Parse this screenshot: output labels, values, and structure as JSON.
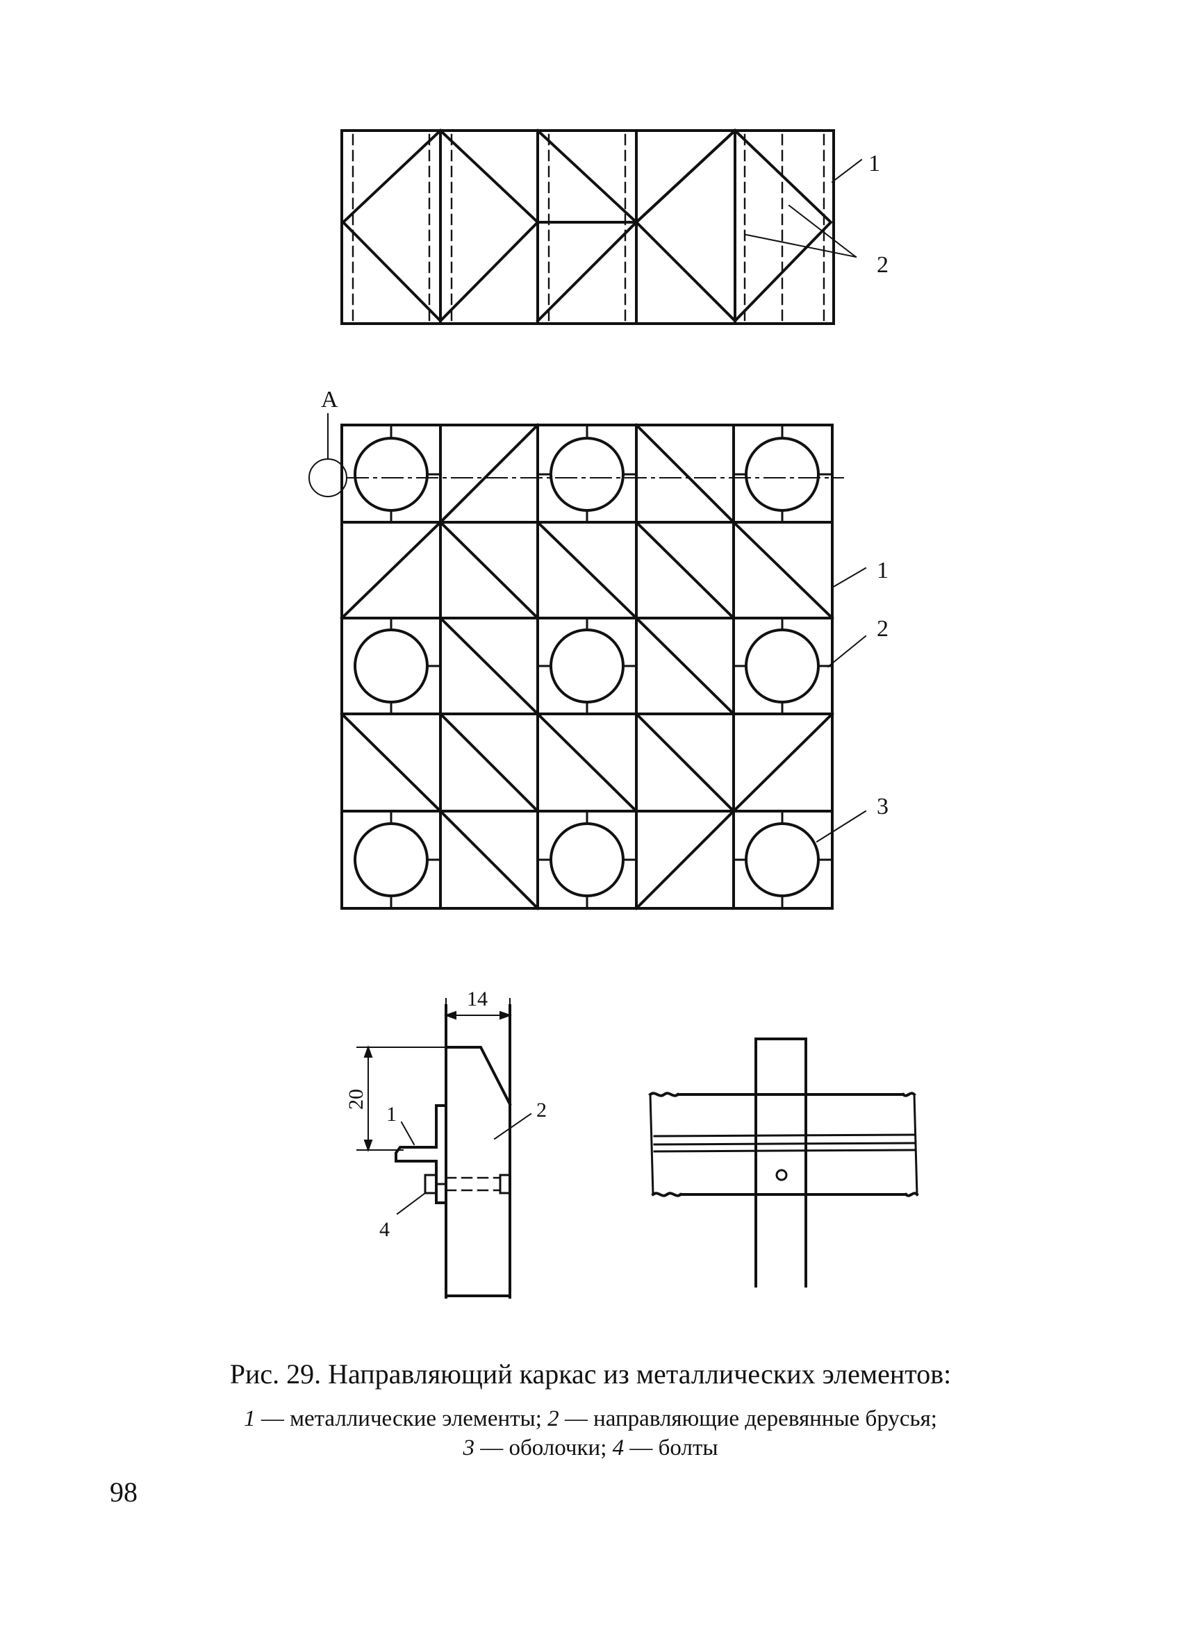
{
  "figure": {
    "top_view_callouts": {
      "c1": "1",
      "c2": "2"
    },
    "plan_view_callouts": {
      "detail_mark": "A",
      "c1": "1",
      "c2": "2",
      "c3": "3"
    },
    "detail_section": {
      "dim_width": "14",
      "dim_height": "20",
      "callouts": {
        "c1": "1",
        "c2": "2",
        "c4": "4"
      }
    }
  },
  "caption": {
    "title": "Рис. 29. Направляющий каркас из металлических элементов:",
    "legend": [
      {
        "num": "1",
        "text": " — металлические элементы; "
      },
      {
        "num": "2",
        "text": " — направляющие деревянные брусья;"
      },
      {
        "num": "3",
        "text": " — оболочки; "
      },
      {
        "num": "4",
        "text": " — болты"
      }
    ]
  },
  "page_number": "98"
}
